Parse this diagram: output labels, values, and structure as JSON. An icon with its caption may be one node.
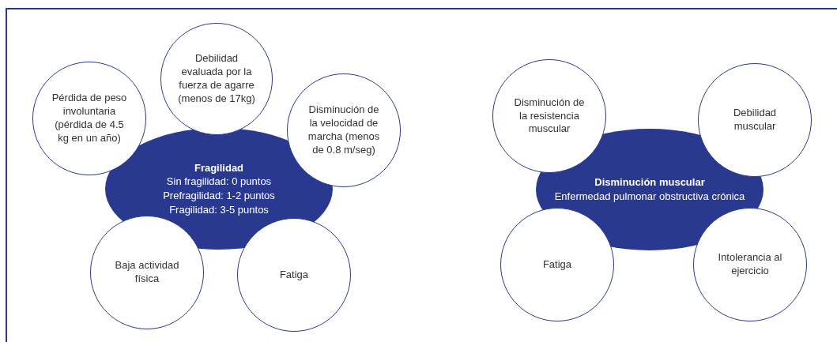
{
  "diagram": {
    "nodes": [
      {
        "text": [
          "Fragilidad",
          "Sin fragilidad: 0 puntos",
          "Prefragilidad: 1-2 puntos",
          "Fragilidad: 3-5 puntos"
        ]
      },
      {
        "text": [
          "Pérdida de peso involuntaria (pérdida de 4.5 kg en un año)"
        ]
      },
      {
        "text": [
          "Debilidad evaluada por la fuerza de agarre (menos de 17kg)"
        ]
      },
      {
        "text": [
          "Disminución de la velocidad de marcha (menos de 0.8 m/seg)"
        ]
      },
      {
        "text": [
          "Baja actividad física"
        ]
      },
      {
        "text": [
          "Fatiga"
        ]
      },
      {
        "text": [
          "Disminución muscular",
          "Enfermedad pulmonar obstructiva crónica"
        ]
      },
      {
        "text": [
          "Disminución de la resistencia muscular"
        ]
      },
      {
        "text": [
          "Debilidad muscular"
        ]
      },
      {
        "text": [
          "Fatiga"
        ]
      },
      {
        "text": [
          "Intolerancia al ejercicio"
        ]
      }
    ]
  }
}
